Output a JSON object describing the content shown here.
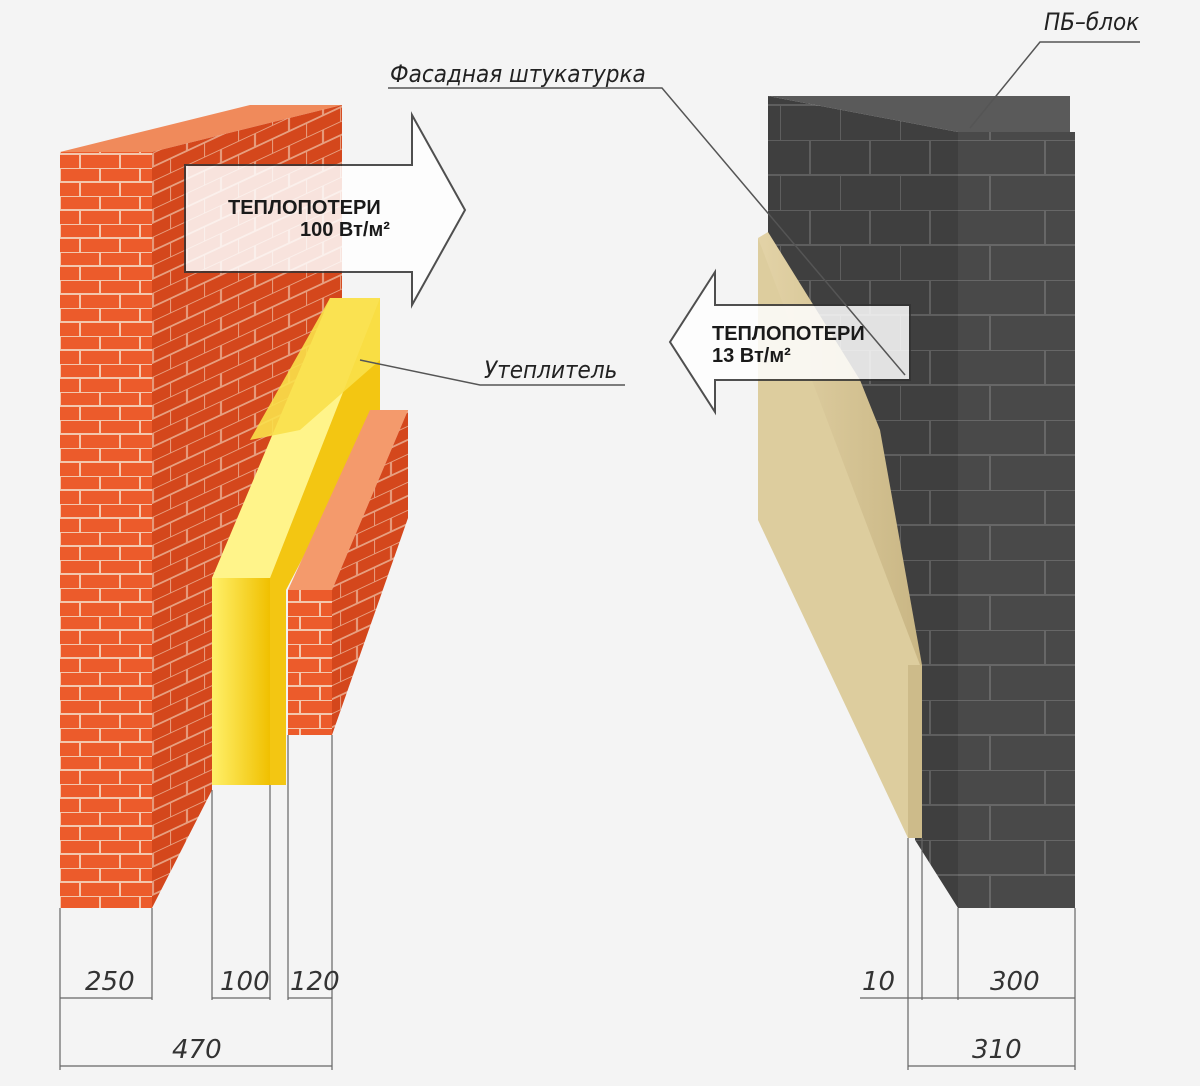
{
  "labels": {
    "pb_block": "ПБ–блок",
    "facade_plaster": "Фасадная штукатурка",
    "insulation": "Утеплитель"
  },
  "heat_loss_left": {
    "title": "ТЕПЛОПОТЕРИ",
    "value": "100 Вт/м²"
  },
  "heat_loss_right": {
    "title": "ТЕПЛОПОТЕРИ",
    "value": "13 Вт/м²"
  },
  "dimensions_left": {
    "brick": "250",
    "insulation": "100",
    "facing_brick": "120",
    "total": "470"
  },
  "dimensions_right": {
    "plaster": "10",
    "block": "300",
    "total": "310"
  },
  "colors": {
    "brick": "#e8562a",
    "brick_side": "#c9401a",
    "insulation": "#f5d20a",
    "block": "#4a4a4a",
    "plaster": "#d6c59a",
    "background": "#f4f4f4"
  }
}
